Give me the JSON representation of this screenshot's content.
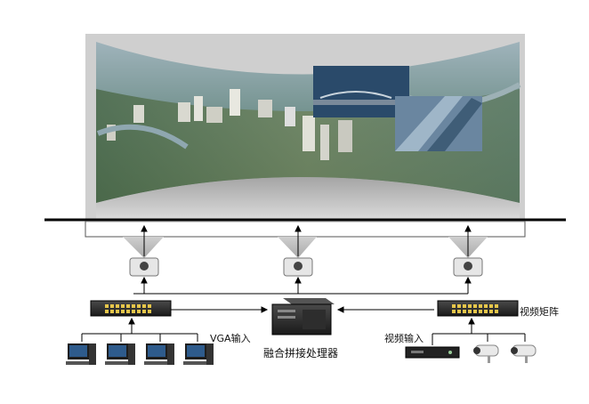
{
  "labels": {
    "vga_input": "VGA输入",
    "processor": "融合拼接处理器",
    "video_input": "视频输入",
    "video_matrix": "视频矩阵"
  },
  "colors": {
    "wall_bg": "#c9c9c9",
    "screen_sky": "#7f9aa6",
    "city_green": "#3d5a3a",
    "line": "#000000",
    "beam": "#bdbdbd"
  },
  "icons": {
    "projector": "projector-icon",
    "computer": "desktop-computer-icon",
    "dvr": "dvr-recorder-icon",
    "camera": "cctv-camera-icon",
    "processor": "rack-server-icon",
    "matrix": "video-matrix-switcher-icon"
  }
}
